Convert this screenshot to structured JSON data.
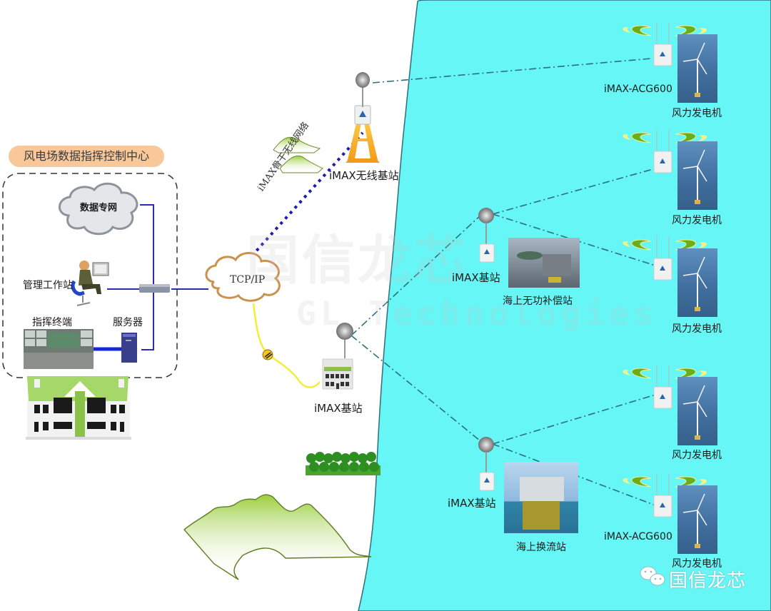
{
  "diagram": {
    "title": "风电场数据指挥控制中心",
    "watermark": {
      "cn": "国信龙芯",
      "en": "GL Technologies"
    },
    "colors": {
      "sea": "#66f6f6",
      "sea_border": "#2f6f7a",
      "title_pill": "#f8c89a",
      "lan_line": "#2b2bb0",
      "backbone_line": "#1c1cae",
      "fiber_line": "#f2ee3a",
      "wireless_line": "#2c6f7d"
    },
    "control_center": {
      "cloud_label": "数据专网",
      "workstation_label": "管理工作站",
      "terminal_label": "指挥终端",
      "server_label": "服务器"
    },
    "network": {
      "cloud_label": "TCP/IP",
      "backbone_label": "iMAX骨干无线网络"
    },
    "stations": [
      {
        "id": "tower",
        "label": "iMAX无线基站"
      },
      {
        "id": "land",
        "label": "iMAX基站"
      },
      {
        "id": "sea1",
        "label": "iMAX基站",
        "platform_label": "海上无功补偿站"
      },
      {
        "id": "sea2",
        "label": "iMAX基站",
        "platform_label": "海上换流站"
      }
    ],
    "turbines": [
      {
        "cpe_label": "iMAX-ACG600",
        "label": "风力发电机"
      },
      {
        "cpe_label": "",
        "label": "风力发电机"
      },
      {
        "cpe_label": "",
        "label": "风力发电机"
      },
      {
        "cpe_label": "",
        "label": "风力发电机"
      },
      {
        "cpe_label": "iMAX-ACG600",
        "label": "风力发电机"
      }
    ],
    "footer": {
      "brand": "国信龙芯",
      "icon": "wechat-icon"
    }
  }
}
